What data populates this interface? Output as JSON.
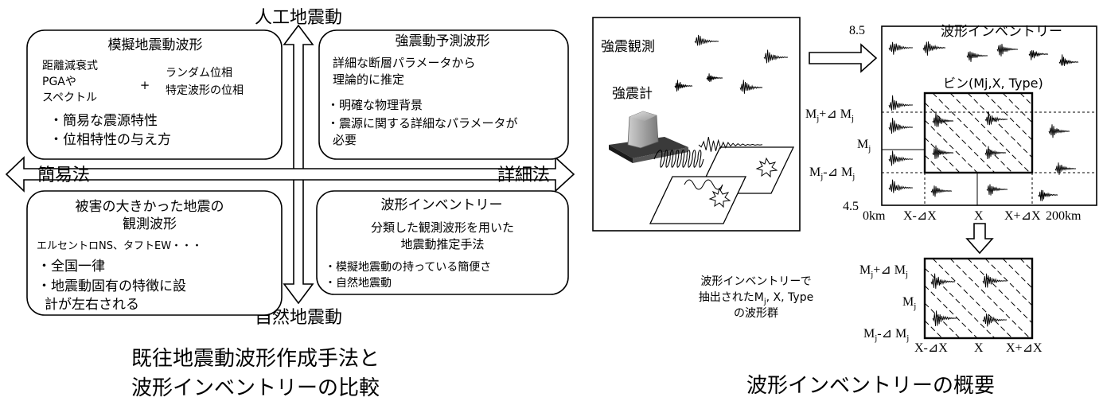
{
  "left": {
    "axis": {
      "top": "人工地震動",
      "bottom": "自然地震動",
      "left": "簡易法",
      "right": "詳細法"
    },
    "q_top_left": {
      "title": "模擬地震動波形",
      "col1": [
        "距離減衰式",
        "PGAや",
        "スペクトル"
      ],
      "plus": "+",
      "col2": [
        "ランダム位相",
        "特定波形の位相"
      ],
      "bullets": [
        "・簡易な震源特性",
        "・位相特性の与え方"
      ]
    },
    "q_top_right": {
      "title": "強震動予測波形",
      "desc": [
        "詳細な断層パラメータから",
        "理論的に推定"
      ],
      "bullets": [
        "・明確な物理背景",
        "・震源に関する詳細なパラメータが",
        "必要"
      ]
    },
    "q_bottom_left": {
      "title": [
        "被害の大きかった地震の",
        "観測波形"
      ],
      "example": "エルセントロNS、タフトEW・・・",
      "bullets": [
        "・全国一律",
        "・地震動固有の特徴に設",
        "計が左右される"
      ]
    },
    "q_bottom_right": {
      "title": "波形インベントリー",
      "desc": [
        "分類した観測波形を用いた",
        "地震動推定手法"
      ],
      "bullets": [
        "・模擬地震動の持っている簡便さ",
        "・自然地震動"
      ]
    },
    "caption": [
      "既往地震動波形作成手法と",
      "波形インベントリーの比較"
    ]
  },
  "right": {
    "obs_box": {
      "title": "強震観測",
      "meter": "強震計"
    },
    "grid": {
      "title": "波形インベントリー",
      "bin_label": "ビン(Mj,X, Type)",
      "y_top": "8.5",
      "y_bottom": "4.5",
      "y_mj": "M",
      "x_labels": [
        "0km",
        "X-⊿X",
        "X",
        "X+⊿X",
        "200km"
      ]
    },
    "extract": {
      "label": [
        "波形インベントリーで",
        "抽出されたM",
        ", X, Type",
        "の波形群"
      ],
      "x_labels": [
        "X-⊿X",
        "X",
        "X+⊿X"
      ]
    },
    "sub": "j",
    "delta": "⊿",
    "caption": "波形インベントリーの概要"
  }
}
